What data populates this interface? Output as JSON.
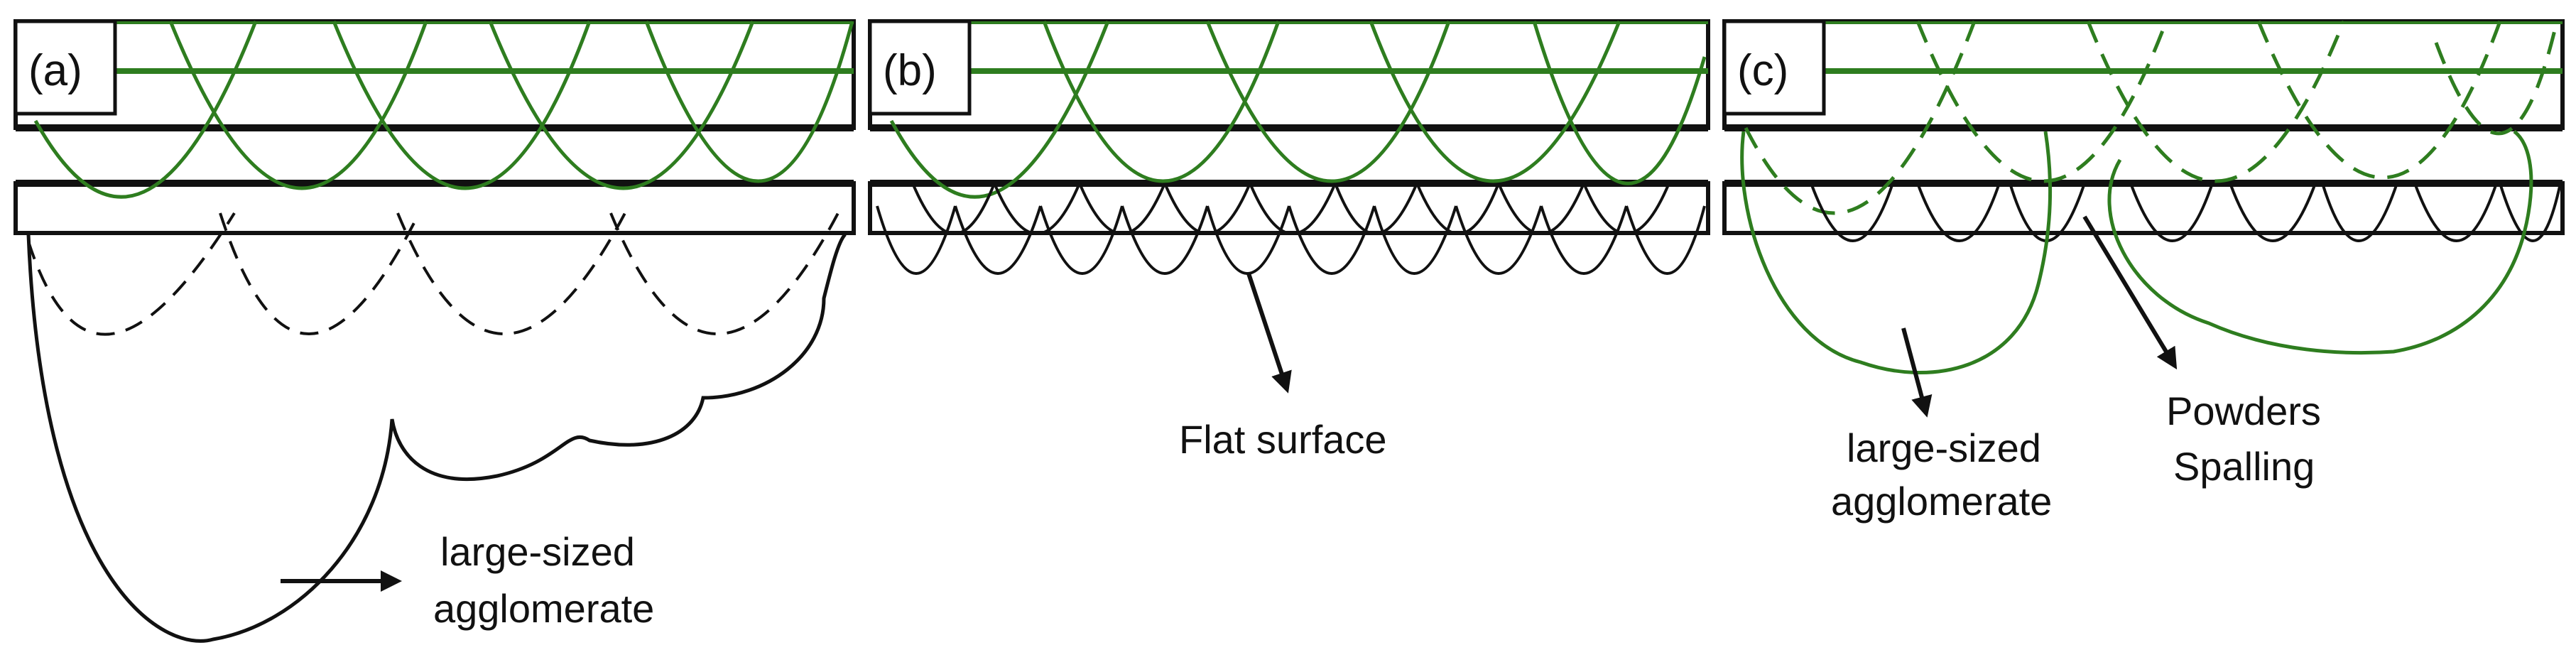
{
  "colors": {
    "green": "#2e7d1f",
    "black": "#111111"
  },
  "panels": [
    {
      "id": "a",
      "label": "(a)",
      "annotations": [
        {
          "lines": [
            "large-sized",
            "agglomerate"
          ]
        }
      ]
    },
    {
      "id": "b",
      "label": "(b)",
      "annotations": [
        {
          "lines": [
            "Flat surface"
          ]
        }
      ]
    },
    {
      "id": "c",
      "label": "(c)",
      "annotations": [
        {
          "lines": [
            "large-sized",
            "agglomerate"
          ]
        },
        {
          "lines": [
            "Powders",
            "Spalling"
          ]
        }
      ]
    }
  ]
}
